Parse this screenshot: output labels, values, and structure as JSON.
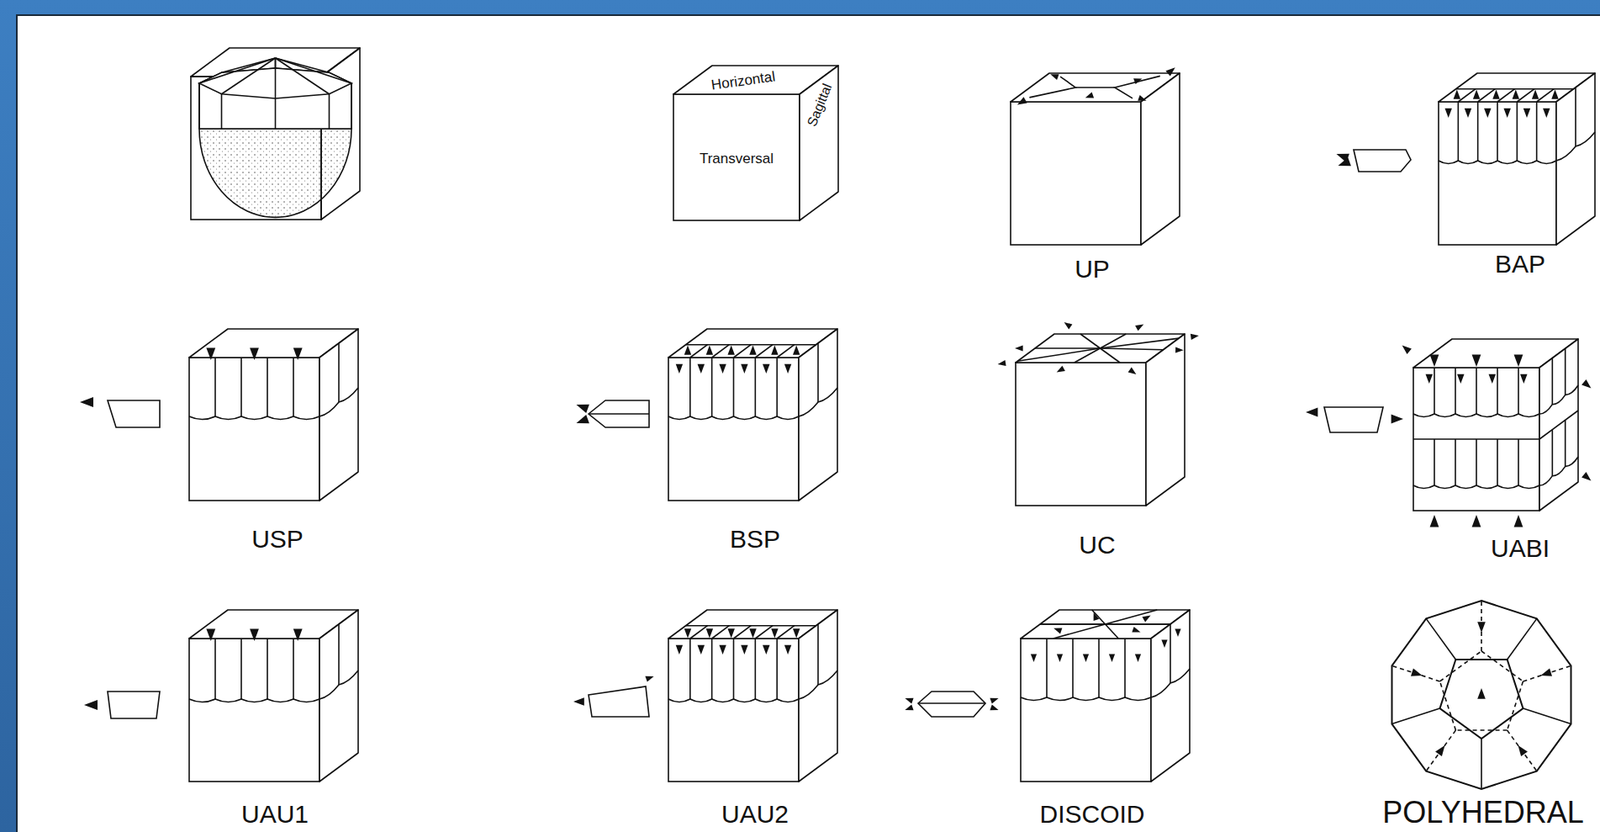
{
  "diagram": {
    "labels": [
      "Horizontal",
      "Transversal",
      "Sagittal",
      "UP",
      "BAP",
      "USP",
      "BSP",
      "UC",
      "UABI",
      "UAU1",
      "UAU2",
      "DISCOID",
      "POLYHEDRAL"
    ]
  }
}
